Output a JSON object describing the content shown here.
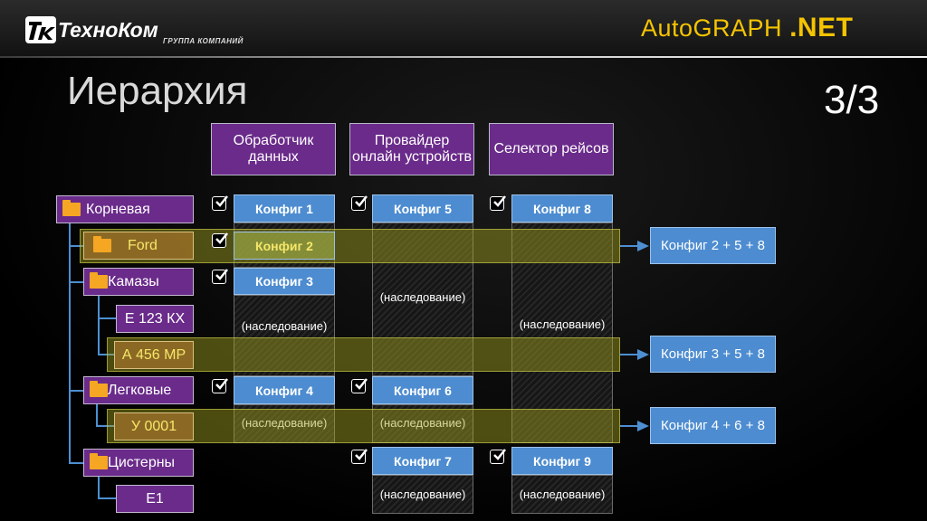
{
  "header": {
    "company_name": "ТехноКом",
    "company_subtitle": "ГРУППА КОМПАНИЙ",
    "brand_prefix": "AutoGRAPH",
    "brand_suffix": ".NET"
  },
  "slide": {
    "title": "Иерархия",
    "page": "3/3"
  },
  "columns": [
    {
      "label": "Обработчик данных"
    },
    {
      "label": "Провайдер онлайн устройств"
    },
    {
      "label": "Селектор рейсов"
    }
  ],
  "configs": {
    "c1": "Конфиг 1",
    "c2": "Конфиг 2",
    "c3": "Конфиг 3",
    "c4": "Конфиг 4",
    "c5": "Конфиг 5",
    "c6": "Конфиг 6",
    "c7": "Конфиг 7",
    "c8": "Конфиг 8",
    "c9": "Конфиг 9"
  },
  "inheritance_label": "(наследование)",
  "tree": {
    "root": "Корневая",
    "ford": "Ford",
    "kamaz": "Камазы",
    "e123": "Е 123 КХ",
    "a456": "А 456 МР",
    "light": "Легковые",
    "u0001": "У 0001",
    "tanks": "Цистерны",
    "e1": "Е1"
  },
  "results": {
    "r1": "Конфиг 2 + 5 + 8",
    "r2": "Конфиг 3 + 5 + 8",
    "r3": "Конфиг 4 + 6 + 8"
  },
  "colors": {
    "header_purple": "#6a2b8a",
    "config_blue": "#4d8cd0",
    "brand_yellow": "#f5c400",
    "highlight": "#a5a51e"
  }
}
